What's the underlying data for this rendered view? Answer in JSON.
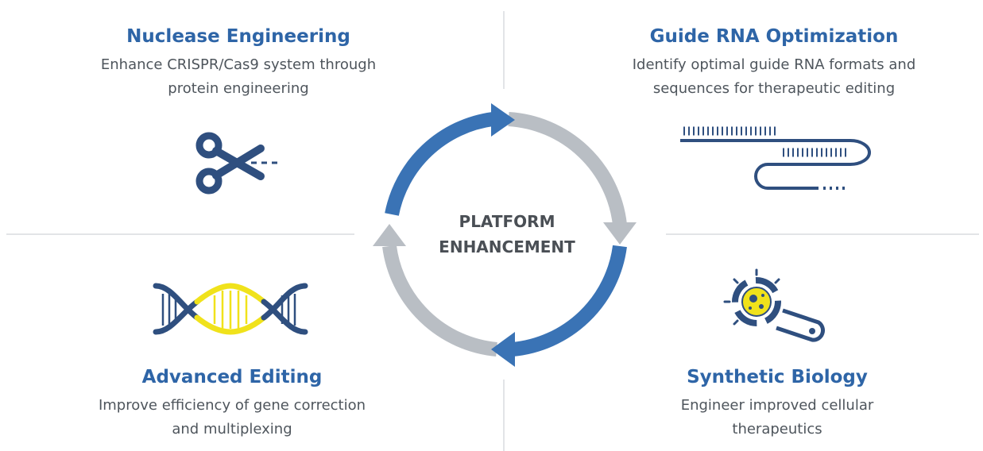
{
  "center": {
    "line1": "PLATFORM",
    "line2": "ENHANCEMENT"
  },
  "quadrants": {
    "top_left": {
      "title": "Nuclease Engineering",
      "line1": "Enhance CRISPR/Cas9 system through",
      "line2": "protein engineering",
      "icon": "scissors-icon"
    },
    "top_right": {
      "title": "Guide RNA Optimization",
      "line1": "Identify optimal guide RNA formats and",
      "line2": "sequences for therapeutic editing",
      "icon": "guide-rna-icon"
    },
    "bottom_left": {
      "title": "Advanced Editing",
      "line1": "Improve efficiency of gene correction",
      "line2": "and multiplexing",
      "icon": "dna-helix-icon"
    },
    "bottom_right": {
      "title": "Synthetic Biology",
      "line1": "Engineer improved cellular",
      "line2": "therapeutics",
      "icon": "wrench-cell-icon"
    }
  },
  "colors": {
    "primary_blue": "#2e65a7",
    "cycle_blue": "#3a73b5",
    "cycle_gray": "#b9bec4",
    "text_gray": "#4e555c",
    "dna_yellow": "#f0e21b",
    "icon_navy": "#2f4f7f"
  }
}
